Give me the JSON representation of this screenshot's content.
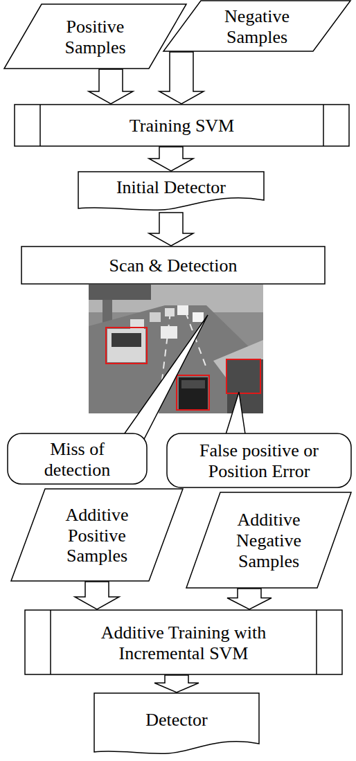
{
  "diagram": {
    "nodes": [
      {
        "text": [
          "Positive Samples"
        ]
      },
      {
        "text": [
          "Negative Samples"
        ]
      },
      {
        "text": [
          "Training SVM"
        ]
      },
      {
        "text": [
          "Initial Detector"
        ]
      },
      {
        "text": [
          "Scan & Detection"
        ]
      },
      {
        "text": [
          "Miss of detection"
        ]
      },
      {
        "text": [
          "False positive or Position Error"
        ]
      },
      {
        "text": [
          "Additive Positive Samples"
        ]
      },
      {
        "text": [
          "Additive Negative Samples"
        ]
      },
      {
        "text": [
          "Additive Training with Incremental SVM"
        ]
      },
      {
        "text": [
          "Detector"
        ]
      }
    ],
    "edges": [
      {
        "from": 0,
        "to": 2,
        "arrow": "to"
      },
      {
        "from": 1,
        "to": 2,
        "arrow": "to"
      },
      {
        "from": 2,
        "to": 3,
        "arrow": "to"
      },
      {
        "from": 3,
        "to": 4,
        "arrow": "to"
      },
      {
        "from": 7,
        "to": 9,
        "arrow": "to"
      },
      {
        "from": 8,
        "to": 9,
        "arrow": "to"
      },
      {
        "from": 9,
        "to": 10,
        "arrow": "to"
      }
    ]
  }
}
